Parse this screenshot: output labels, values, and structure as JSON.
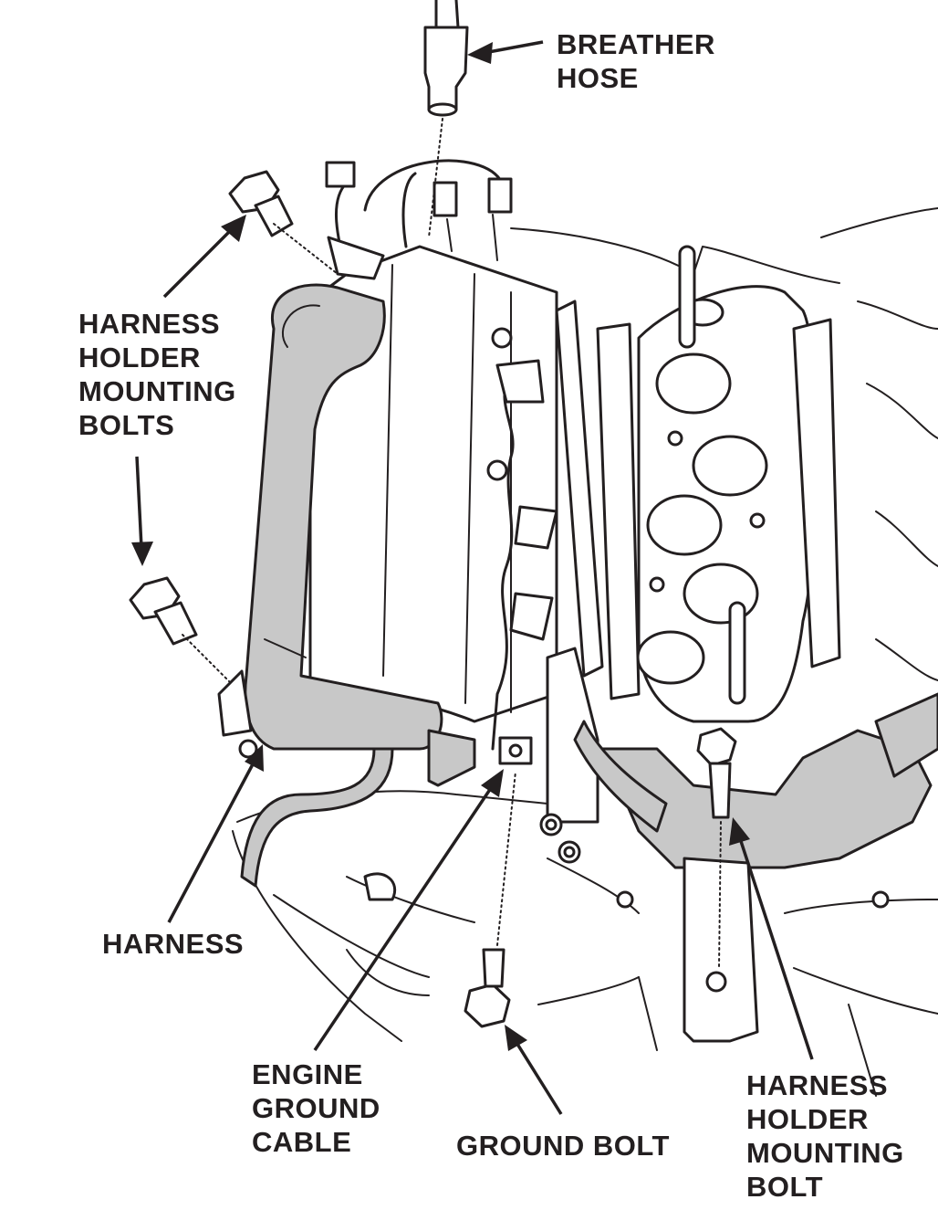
{
  "callouts": {
    "breather_hose": [
      "BREATHER",
      "HOSE"
    ],
    "harness_holder_bolts": [
      "HARNESS",
      "HOLDER",
      "MOUNTING",
      "BOLTS"
    ],
    "harness": [
      "HARNESS"
    ],
    "engine_ground_cable": [
      "ENGINE",
      "GROUND",
      "CABLE"
    ],
    "ground_bolt": [
      "GROUND BOLT"
    ],
    "harness_holder_bolt": [
      "HARNESS",
      "HOLDER",
      "MOUNTING",
      "BOLT"
    ]
  }
}
